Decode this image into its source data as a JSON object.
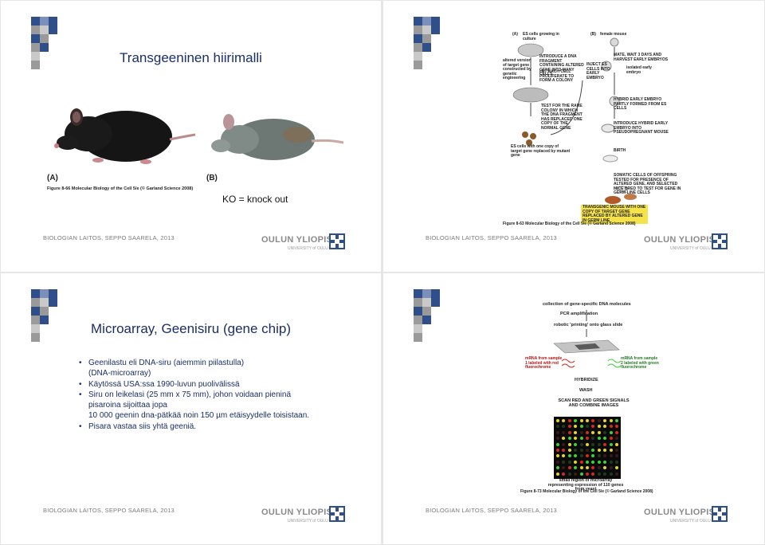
{
  "footer": {
    "left": "BIOLOGIAN LAITOS, SEPPO SAARELA, 2013",
    "logo": "OULUN YLIOPISTO",
    "logo_sub": "UNIVERSITY of OULU"
  },
  "slide1": {
    "title": "Transgeeninen hiirimalli",
    "panel_a": "(A)",
    "panel_b": "(B)",
    "caption": "Figure 8-66  Molecular Biology of the Cell 5/e (© Garland Science 2008)",
    "ko_text": "KO = knock out"
  },
  "slide2": {
    "labels": {
      "a": "(A)",
      "es_cells": "ES cells growing in culture",
      "b": "(B)",
      "female_mouse": "female mouse",
      "altered": "altered version of target gene constructed by genetic engineering",
      "introduce": "INTRODUCE A DNA FRAGMENT CONTAINING ALTERED GENE INTO MANY CELLS",
      "let_each": "LET EACH CELL PROLIFERATE TO FORM A COLONY",
      "inject": "INJECT ES CELLS INTO EARLY EMBRYO",
      "mate": "MATE, WAIT 3 DAYS AND HARVEST EARLY EMBRYOS",
      "isolated": "isolated early embryo",
      "hybrid": "HYBRID EARLY EMBRYO PARTLY FORMED FROM ES CELLS",
      "test": "TEST FOR THE RARE COLONY IN WHICH THE DNA FRAGMENT HAS REPLACED ONE COPY OF THE NORMAL GENE",
      "introduce_hybrid": "INTRODUCE HYBRID EARLY EMBRYO INTO PSEUDOPREGNANT MOUSE",
      "es_one_copy": "ES cells with one copy of target gene replaced by mutant gene",
      "birth": "BIRTH",
      "somatic": "SOMATIC CELLS OF OFFSPRING TESTED FOR PRESENCE OF ALTERED GENE, AND SELECTED MICE BRED TO TEST FOR GENE IN GERM-LINE CELLS",
      "transgenic": "TRANSGENIC MOUSE WITH ONE COPY OF TARGET GENE REPLACED BY ALTERED GENE IN GERM LINE",
      "caption": "Figure 8-63  Molecular Biology of the Cell 5/e (© Garland Science 2008)"
    }
  },
  "slide3": {
    "title": "Microarray, Geenisiru (gene chip)",
    "bullets": [
      {
        "lines": [
          "Geenilastu eli DNA-siru (aiemmin piilastulla)",
          "(DNA-microarray)"
        ]
      },
      {
        "lines": [
          "Käytössä USA:ssa 1990-luvun puolivälissä"
        ]
      },
      {
        "lines": [
          "Siru on leikelasi (25 mm x 75 mm), johon voidaan pieninä",
          "pisaroina sijoittaa jopa",
          "10 000 geenin dna-pätkää noin 150 µm etäisyydelle toisistaan."
        ]
      },
      {
        "lines": [
          "Pisara vastaa siis yhtä geeniä."
        ]
      }
    ]
  },
  "slide4": {
    "labels": {
      "collection": "collection of gene-specific DNA molecules",
      "pcr": "PCR amplification",
      "robotic": "robotic 'printing' onto glass slide",
      "mrna1": "mRNA from sample 1 labeled with red fluorochrome",
      "mrna2": "mRNA from sample 2 labeled with green fluorochrome",
      "hybridize": "HYBRIDIZE",
      "wash": "WASH",
      "scan": "SCAN RED AND GREEN SIGNALS AND COMBINE IMAGES",
      "small_region": "small region of microarray representing expression of 110 genes from yeast",
      "caption": "Figure 8-73  Molecular Biology of the Cell 5/e (© Garland Science 2008)"
    },
    "colors": {
      "spot_red": "#d62a1e",
      "spot_green": "#3fcf3a",
      "spot_yellow": "#e4d52a",
      "background": "#0a0a0a"
    }
  }
}
